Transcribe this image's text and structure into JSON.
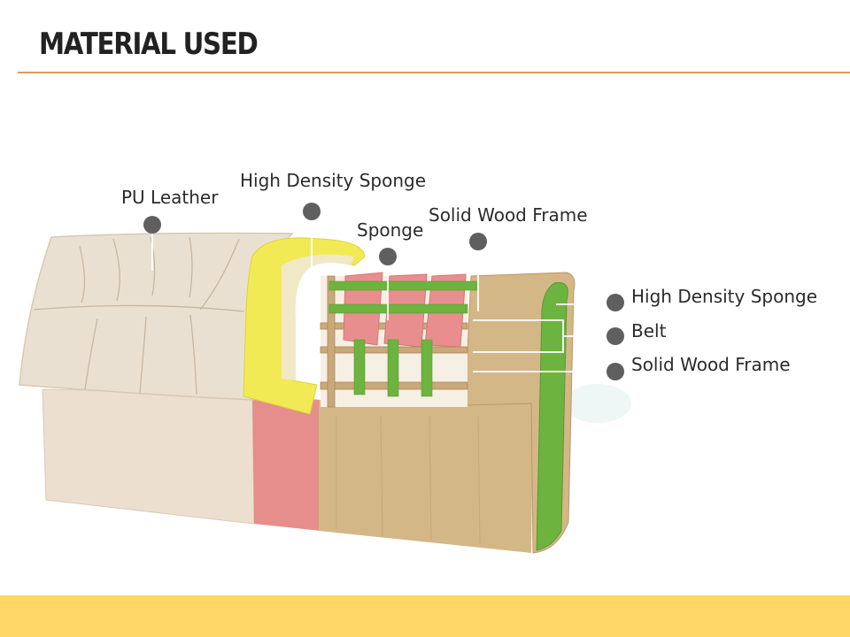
{
  "slide": {
    "title": "MATERIAL USED",
    "colors": {
      "rule": "#e09a5a",
      "footer_band": "#fdd666",
      "belt": "#6db33f",
      "high_density_sponge": "#f2ea54",
      "sponge": "#e98e8e",
      "wood": "#c9a979",
      "leather": "#eae0d2"
    }
  },
  "labels": {
    "pu_leather": "PU Leather",
    "high_density_sponge_top": "High Density Sponge",
    "sponge": "Sponge",
    "solid_wood_frame_top": "Solid Wood Frame",
    "high_density_sponge_right": "High Density Sponge",
    "belt": "Belt",
    "solid_wood_frame_right": "Solid Wood Frame"
  }
}
